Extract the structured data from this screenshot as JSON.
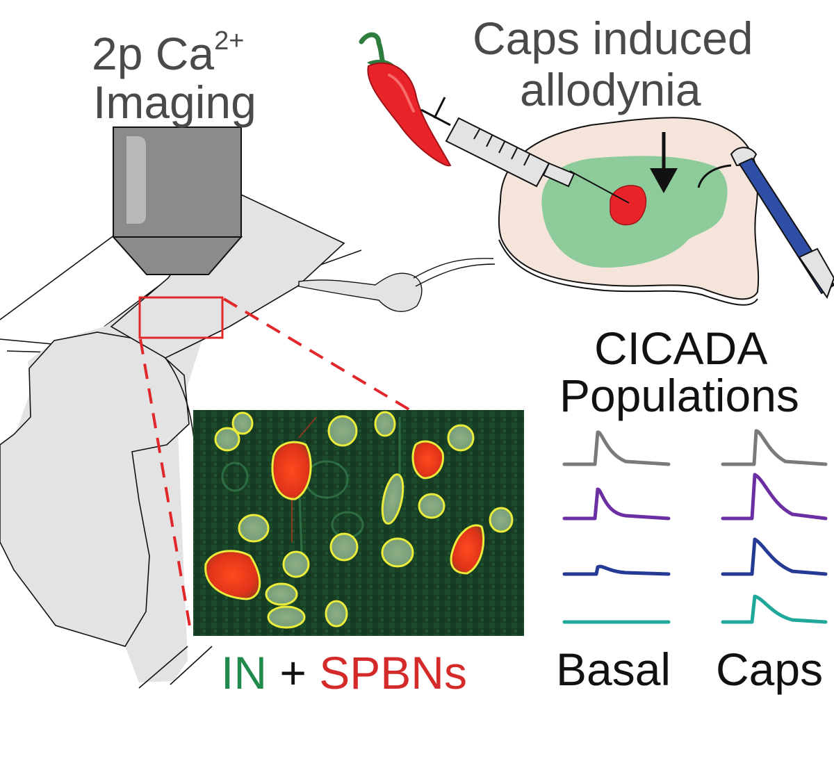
{
  "imaging": {
    "line1_main": "2p Ca",
    "line1_sup": "2+",
    "line2": "Imaging"
  },
  "caps": {
    "line1": "Caps induced",
    "line2": "allodynia"
  },
  "cicada": {
    "line1": "CICADA",
    "line2": "Populations"
  },
  "columns": {
    "left": "Basal",
    "right": "Caps"
  },
  "legend": {
    "in": "IN",
    "plus": "+",
    "spbn": "SPBNs"
  },
  "trace_colors": [
    "#7a7a7a",
    "#6b2fa3",
    "#243a94",
    "#1fa89a"
  ],
  "colors": {
    "tissue_fill": "#e3e3e3",
    "paw_fill": "#f4e4da",
    "paw_green": "#8dcc9a",
    "injection_red": "#e8232a",
    "roi_outline": "#ecec3a",
    "frame_red": "#e0282c",
    "probe_blue": "#2f4fa6"
  },
  "icons": [
    "microscope-objective-icon",
    "chili-pepper-icon",
    "syringe-icon",
    "von-frey-filament-icon",
    "down-arrow-icon"
  ]
}
